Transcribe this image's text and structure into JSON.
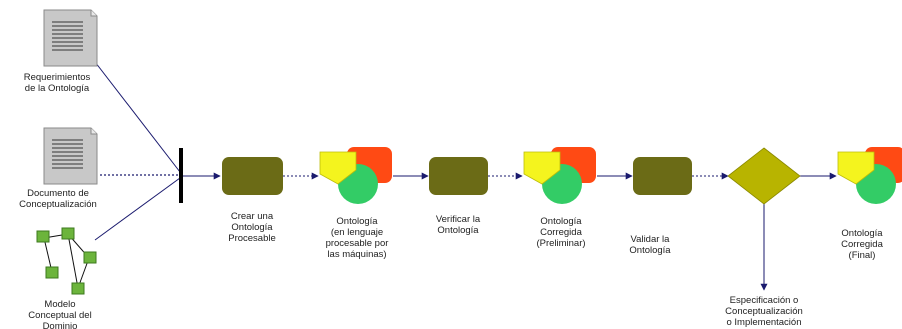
{
  "inputs": {
    "requirements": [
      "Requerimientos",
      "de la Ontología"
    ],
    "conceptualization_doc": [
      "Documento de",
      "Conceptualización"
    ],
    "domain_model": [
      "Modelo",
      "Conceptual del",
      "Dominio"
    ]
  },
  "steps": {
    "create": [
      "Crear una",
      "Ontología",
      "Procesable"
    ],
    "verify": [
      "Verificar la",
      "Ontología"
    ],
    "validate": [
      "Validar la",
      "Ontología"
    ]
  },
  "artifacts": {
    "processable": [
      "Ontología",
      "(en lenguaje",
      "procesable por",
      "las máquinas)"
    ],
    "corrected_preliminary": [
      "Ontología",
      "Corregida",
      "(Preliminar)"
    ],
    "corrected_final": [
      "Ontología",
      "Corregida",
      "(Final)"
    ]
  },
  "decision_output": [
    "Especificación o",
    "Conceptualización",
    "o Implementación"
  ],
  "colors": {
    "process": "#6b6b16",
    "decision": "#b8b400",
    "shape_yellow": "#f4f41e",
    "shape_red": "#ff4a14",
    "shape_green": "#33cc66",
    "arrow": "#1a1a6e",
    "document": "#c8c8c8"
  }
}
